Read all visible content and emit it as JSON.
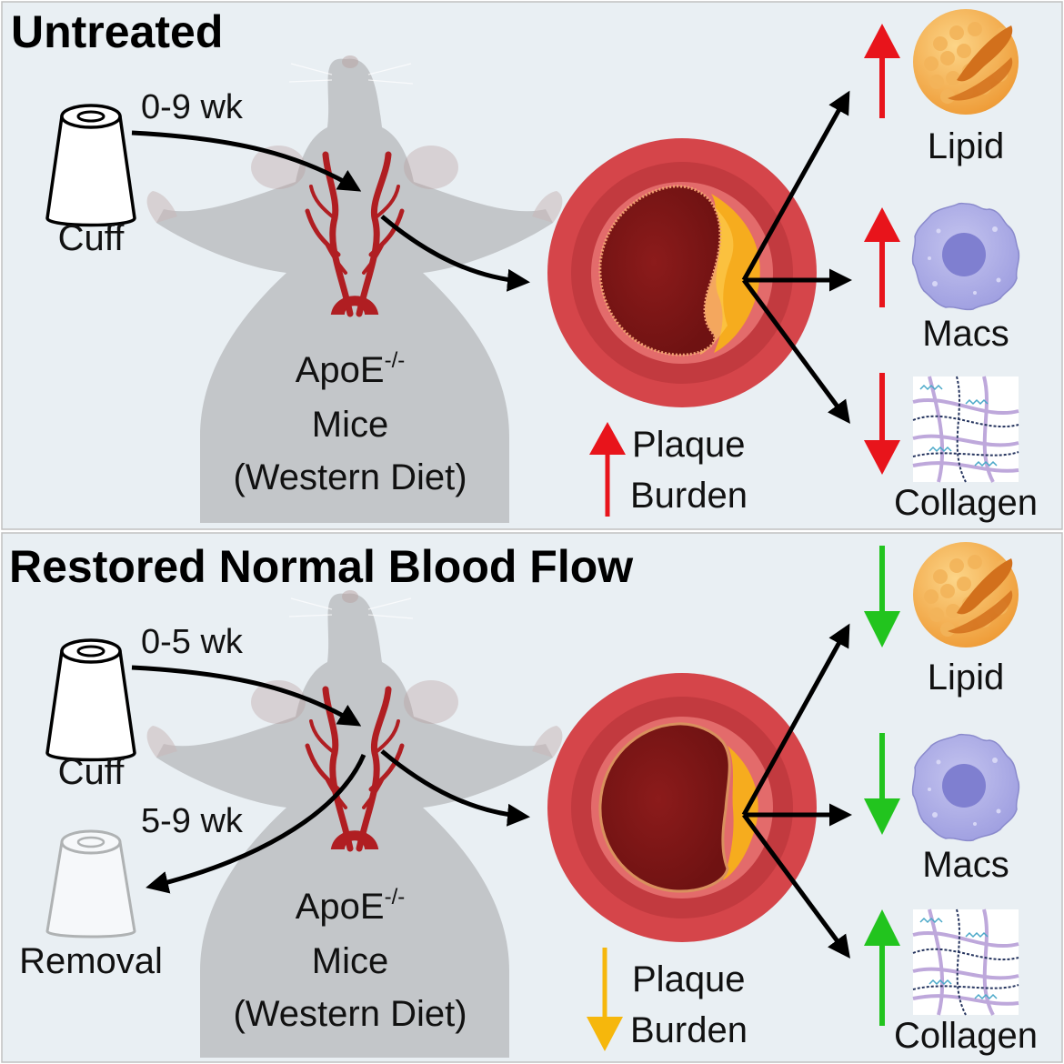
{
  "panels": [
    {
      "title": "Untreated",
      "cuff_label": "Cuff",
      "timing_label": "0-9 wk",
      "mouse_label": {
        "gene": "ApoE",
        "superscript": "-/-",
        "line2": "Mice",
        "line3": "(Western Diet)"
      },
      "plaque_label": {
        "line1": "Plaque",
        "line2": "Burden",
        "direction": "up",
        "color": "#e8141b"
      },
      "outcomes": [
        {
          "label": "Lipid",
          "direction": "up",
          "color": "#e8141b",
          "icon": "lipid-droplet-icon"
        },
        {
          "label": "Macs",
          "direction": "up",
          "color": "#e8141b",
          "icon": "macrophage-icon"
        },
        {
          "label": "Collagen",
          "direction": "down",
          "color": "#e8141b",
          "icon": "collagen-fibers-icon"
        }
      ]
    },
    {
      "title": "Restored Normal Blood Flow",
      "cuff_label": "Cuff",
      "timing_label": "0-5 wk",
      "removal_timing_label": "5-9 wk",
      "removal_label": "Removal",
      "mouse_label": {
        "gene": "ApoE",
        "superscript": "-/-",
        "line2": "Mice",
        "line3": "(Western Diet)"
      },
      "plaque_label": {
        "line1": "Plaque",
        "line2": "Burden",
        "direction": "down",
        "color": "#f6b70c"
      },
      "outcomes": [
        {
          "label": "Lipid",
          "direction": "down",
          "color": "#22c41e",
          "icon": "lipid-droplet-icon"
        },
        {
          "label": "Macs",
          "direction": "down",
          "color": "#22c41e",
          "icon": "macrophage-icon"
        },
        {
          "label": "Collagen",
          "direction": "up",
          "color": "#22c41e",
          "icon": "collagen-fibers-icon"
        }
      ]
    }
  ]
}
